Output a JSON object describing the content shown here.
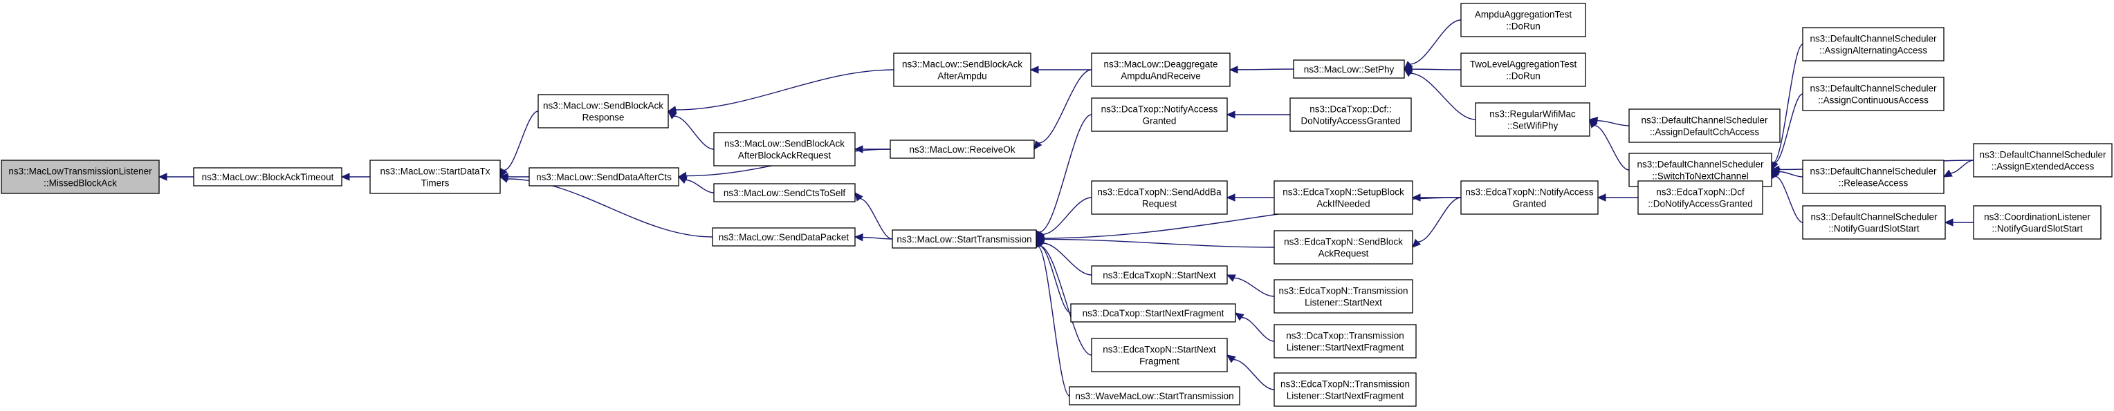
{
  "diagram": {
    "type": "call-graph",
    "edge_color": "#191970",
    "root_fill": "#bfbfbf",
    "nodes": [
      {
        "id": "missed",
        "lines": [
          "ns3::MacLowTransmissionListener",
          "::MissedBlockAck"
        ],
        "root": true
      },
      {
        "id": "blockacktimeout",
        "lines": [
          "ns3::MacLow::BlockAckTimeout"
        ]
      },
      {
        "id": "startdatatx",
        "lines": [
          "ns3::MacLow::StartDataTx",
          "Timers"
        ]
      },
      {
        "id": "sendblockackresp",
        "lines": [
          "ns3::MacLow::SendBlockAck",
          "Response"
        ]
      },
      {
        "id": "senddataaftercts",
        "lines": [
          "ns3::MacLow::SendDataAfterCts"
        ]
      },
      {
        "id": "sendctstoself",
        "lines": [
          "ns3::MacLow::SendCtsToSelf"
        ]
      },
      {
        "id": "senddatapacket",
        "lines": [
          "ns3::MacLow::SendDataPacket"
        ]
      },
      {
        "id": "sendblockackampdu",
        "lines": [
          "ns3::MacLow::SendBlockAck",
          "AfterAmpdu"
        ]
      },
      {
        "id": "sendblockackreq",
        "lines": [
          "ns3::MacLow::SendBlockAck",
          "AfterBlockAckRequest"
        ]
      },
      {
        "id": "receiveok",
        "lines": [
          "ns3::MacLow::ReceiveOk"
        ]
      },
      {
        "id": "deaggregate",
        "lines": [
          "ns3::MacLow::Deaggregate",
          "AmpduAndReceive"
        ]
      },
      {
        "id": "setphy",
        "lines": [
          "ns3::MacLow::SetPhy"
        ]
      },
      {
        "id": "ampduagg",
        "lines": [
          "AmpduAggregationTest",
          "::DoRun"
        ]
      },
      {
        "id": "twolevel",
        "lines": [
          "TwoLevelAggregationTest",
          "::DoRun"
        ]
      },
      {
        "id": "regularsetwifiphy",
        "lines": [
          "ns3::RegularWifiMac",
          "::SetWifiPhy"
        ]
      },
      {
        "id": "assigndefaultcch",
        "lines": [
          "ns3::DefaultChannelScheduler",
          "::AssignDefaultCchAccess"
        ]
      },
      {
        "id": "switchtonext",
        "lines": [
          "ns3::DefaultChannelScheduler",
          "::SwitchToNextChannel"
        ]
      },
      {
        "id": "assignalternating",
        "lines": [
          "ns3::DefaultChannelScheduler",
          "::AssignAlternatingAccess"
        ]
      },
      {
        "id": "assigncontinuous",
        "lines": [
          "ns3::DefaultChannelScheduler",
          "::AssignContinuousAccess"
        ]
      },
      {
        "id": "releaseaccess",
        "lines": [
          "ns3::DefaultChannelScheduler",
          "::ReleaseAccess"
        ]
      },
      {
        "id": "assignextended",
        "lines": [
          "ns3::DefaultChannelScheduler",
          "::AssignExtendedAccess"
        ]
      },
      {
        "id": "notifyguardslot",
        "lines": [
          "ns3::DefaultChannelScheduler",
          "::NotifyGuardSlotStart"
        ]
      },
      {
        "id": "coordguardslot",
        "lines": [
          "ns3::CoordinationListener",
          "::NotifyGuardSlotStart"
        ]
      },
      {
        "id": "starttransmission",
        "lines": [
          "ns3::MacLow::StartTransmission"
        ]
      },
      {
        "id": "dcanotifyaccess",
        "lines": [
          "ns3::DcaTxop::NotifyAccess",
          "Granted"
        ]
      },
      {
        "id": "dcadcfdonotify",
        "lines": [
          "ns3::DcaTxop::Dcf::",
          "DoNotifyAccessGranted"
        ]
      },
      {
        "id": "edcasendaddba",
        "lines": [
          "ns3::EdcaTxopN::SendAddBa",
          "Request"
        ]
      },
      {
        "id": "edcasetupblockack",
        "lines": [
          "ns3::EdcaTxopN::SetupBlock",
          "AckIfNeeded"
        ]
      },
      {
        "id": "edcanotifyaccess",
        "lines": [
          "ns3::EdcaTxopN::NotifyAccess",
          "Granted"
        ]
      },
      {
        "id": "edcadcfdonotify",
        "lines": [
          "ns3::EdcaTxopN::Dcf",
          "::DoNotifyAccessGranted"
        ]
      },
      {
        "id": "edcasendblockackreq",
        "lines": [
          "ns3::EdcaTxopN::SendBlock",
          "AckRequest"
        ]
      },
      {
        "id": "edcastartnext",
        "lines": [
          "ns3::EdcaTxopN::StartNext"
        ]
      },
      {
        "id": "edcatlstartnext",
        "lines": [
          "ns3::EdcaTxopN::Transmission",
          "Listener::StartNext"
        ]
      },
      {
        "id": "dcastartnextfrag",
        "lines": [
          "ns3::DcaTxop::StartNextFragment"
        ]
      },
      {
        "id": "dcatlstartnextfrag",
        "lines": [
          "ns3::DcaTxop::Transmission",
          "Listener::StartNextFragment"
        ]
      },
      {
        "id": "edcastartnextfrag",
        "lines": [
          "ns3::EdcaTxopN::StartNext",
          "Fragment"
        ]
      },
      {
        "id": "edcatlstartnextfrag",
        "lines": [
          "ns3::EdcaTxopN::Transmission",
          "Listener::StartNextFragment"
        ]
      },
      {
        "id": "wavestarttx",
        "lines": [
          "ns3::WaveMacLow::StartTransmission"
        ]
      }
    ],
    "edges": [
      [
        "blockacktimeout",
        "missed"
      ],
      [
        "startdatatx",
        "blockacktimeout"
      ],
      [
        "sendblockackresp",
        "startdatatx"
      ],
      [
        "senddataaftercts",
        "startdatatx"
      ],
      [
        "senddatapacket",
        "startdatatx"
      ],
      [
        "sendblockackampdu",
        "sendblockackresp"
      ],
      [
        "sendblockackreq",
        "sendblockackresp"
      ],
      [
        "receiveok",
        "senddataaftercts"
      ],
      [
        "sendctstoself",
        "senddataaftercts"
      ],
      [
        "starttransmission",
        "sendctstoself"
      ],
      [
        "starttransmission",
        "senddatapacket"
      ],
      [
        "deaggregate",
        "sendblockackampdu"
      ],
      [
        "receiveok",
        "sendblockackreq"
      ],
      [
        "deaggregate",
        "receiveok"
      ],
      [
        "setphy",
        "deaggregate"
      ],
      [
        "ampduagg",
        "setphy"
      ],
      [
        "twolevel",
        "setphy"
      ],
      [
        "regularsetwifiphy",
        "setphy"
      ],
      [
        "assigndefaultcch",
        "regularsetwifiphy"
      ],
      [
        "switchtonext",
        "regularsetwifiphy"
      ],
      [
        "assignalternating",
        "switchtonext"
      ],
      [
        "assigncontinuous",
        "switchtonext"
      ],
      [
        "releaseaccess",
        "switchtonext"
      ],
      [
        "assignextended",
        "switchtonext"
      ],
      [
        "notifyguardslot",
        "switchtonext"
      ],
      [
        "assignextended",
        "releaseaccess"
      ],
      [
        "coordguardslot",
        "notifyguardslot"
      ],
      [
        "dcanotifyaccess",
        "starttransmission"
      ],
      [
        "edcasendaddba",
        "starttransmission"
      ],
      [
        "edcanotifyaccess",
        "starttransmission"
      ],
      [
        "edcasendblockackreq",
        "starttransmission"
      ],
      [
        "edcastartnext",
        "starttransmission"
      ],
      [
        "dcastartnextfrag",
        "starttransmission"
      ],
      [
        "edcastartnextfrag",
        "starttransmission"
      ],
      [
        "wavestarttx",
        "starttransmission"
      ],
      [
        "dcadcfdonotify",
        "dcanotifyaccess"
      ],
      [
        "edcasetupblockack",
        "edcasendaddba"
      ],
      [
        "edcanotifyaccess",
        "edcasetupblockack"
      ],
      [
        "edcanotifyaccess",
        "edcasendblockackreq"
      ],
      [
        "edcadcfdonotify",
        "edcanotifyaccess"
      ],
      [
        "edcatlstartnext",
        "edcastartnext"
      ],
      [
        "dcatlstartnextfrag",
        "dcastartnextfrag"
      ],
      [
        "edcatlstartnextfrag",
        "edcastartnextfrag"
      ]
    ]
  }
}
